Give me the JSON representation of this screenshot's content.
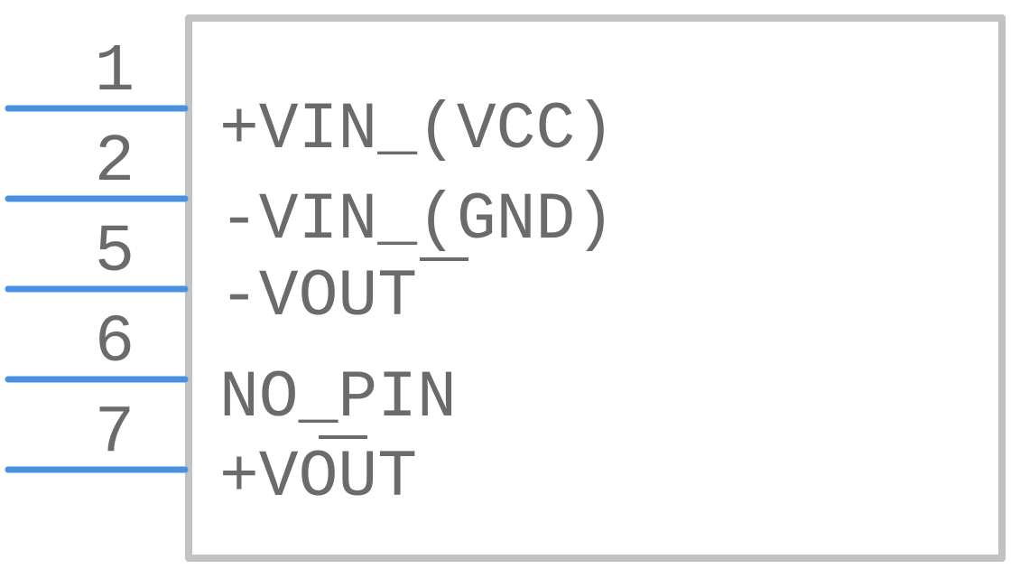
{
  "component": {
    "pins": [
      {
        "number": "1",
        "name": "+VIN_(VCC)"
      },
      {
        "number": "2",
        "name": "-VIN_(GND)"
      },
      {
        "number": "5",
        "name": "-VOUT"
      },
      {
        "number": "6",
        "name": "NO_PIN"
      },
      {
        "number": "7",
        "name": "+VOUT"
      }
    ]
  },
  "colors": {
    "pin_line": "#4a90e2",
    "body_outline": "#c2c2c2",
    "text": "#6b6b6b"
  }
}
